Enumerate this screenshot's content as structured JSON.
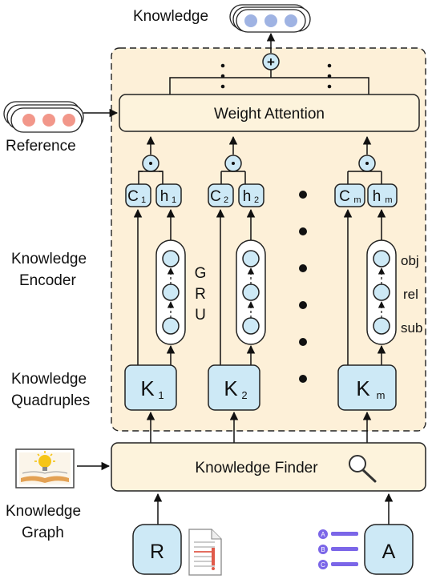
{
  "labels": {
    "knowledge_out": "Knowledge",
    "reference": "Reference",
    "weight_attention": "Weight  Attention",
    "knowledge_encoder_line1": "Knowledge",
    "knowledge_encoder_line2": "Encoder",
    "knowledge_quadruples_line1": "Knowledge",
    "knowledge_quadruples_line2": "Quadruples",
    "knowledge_finder": "Knowledge Finder",
    "knowledge_graph_line1": "Knowledge",
    "knowledge_graph_line2": "Graph",
    "gru": [
      "G",
      "R",
      "U"
    ],
    "obj": "obj",
    "rel": "rel",
    "sub": "sub",
    "plus_symbol": "+",
    "dot_symbol": "·",
    "input_r": "R",
    "input_a": "A"
  },
  "columns": [
    {
      "k_main": "K",
      "k_sub": "1",
      "c_main": "C",
      "c_sub": "1",
      "h_main": "h",
      "h_sub": "1"
    },
    {
      "k_main": "K",
      "k_sub": "2",
      "c_main": "C",
      "c_sub": "2",
      "h_main": "h",
      "h_sub": "2"
    },
    {
      "k_main": "K",
      "k_sub": "m",
      "c_main": "C",
      "c_sub": "m",
      "h_main": "h",
      "h_sub": "m"
    }
  ],
  "list_icon_letters": [
    "A",
    "B",
    "C"
  ],
  "colors": {
    "panel_fill": "#fdf0d8",
    "box_fill": "#fdf3dc",
    "node_fill": "#cde9f6",
    "knowledge_dots": "#9fb3e3",
    "reference_dots": "#f2978a",
    "list_icon": "#7b66e8",
    "bulb": "#f5c518",
    "doc_red": "#e05a4a"
  },
  "icons": [
    "magnifier-icon",
    "knowledge-graph-book-icon",
    "document-icon",
    "list-icon"
  ]
}
